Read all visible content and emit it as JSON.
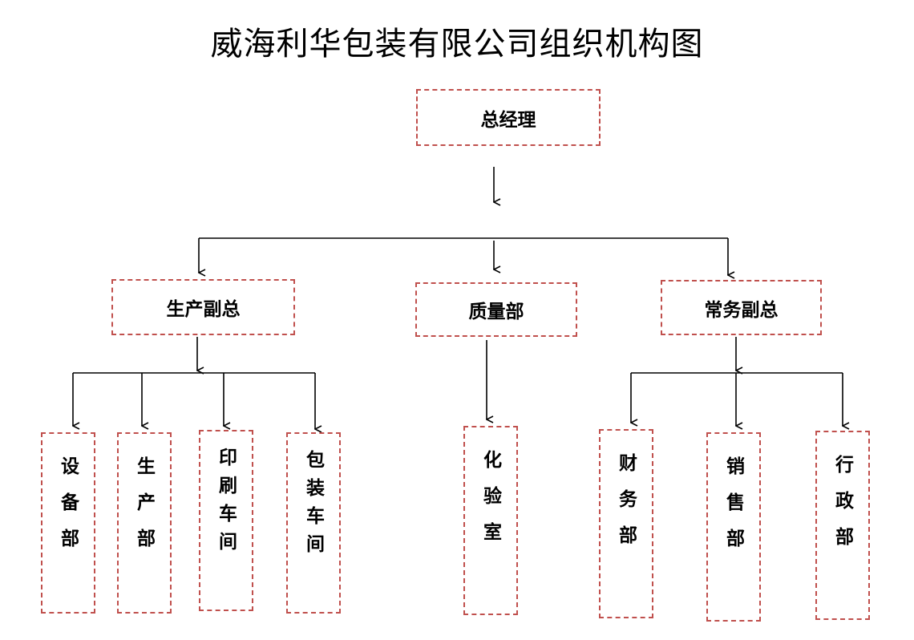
{
  "title": "威海利华包装有限公司组织机构图",
  "colors": {
    "box_border": "#c0504d",
    "line": "#000000"
  },
  "nodes": {
    "gm": "总经理",
    "prod_vp": "生产副总",
    "quality": "质量部",
    "ops_vp": "常务副总",
    "equipment": "设备部",
    "production": "生产部",
    "printing": "印刷车间",
    "packaging": "包装车间",
    "lab": "化验室",
    "finance": "财务部",
    "sales": "销售部",
    "admin": "行政部"
  }
}
